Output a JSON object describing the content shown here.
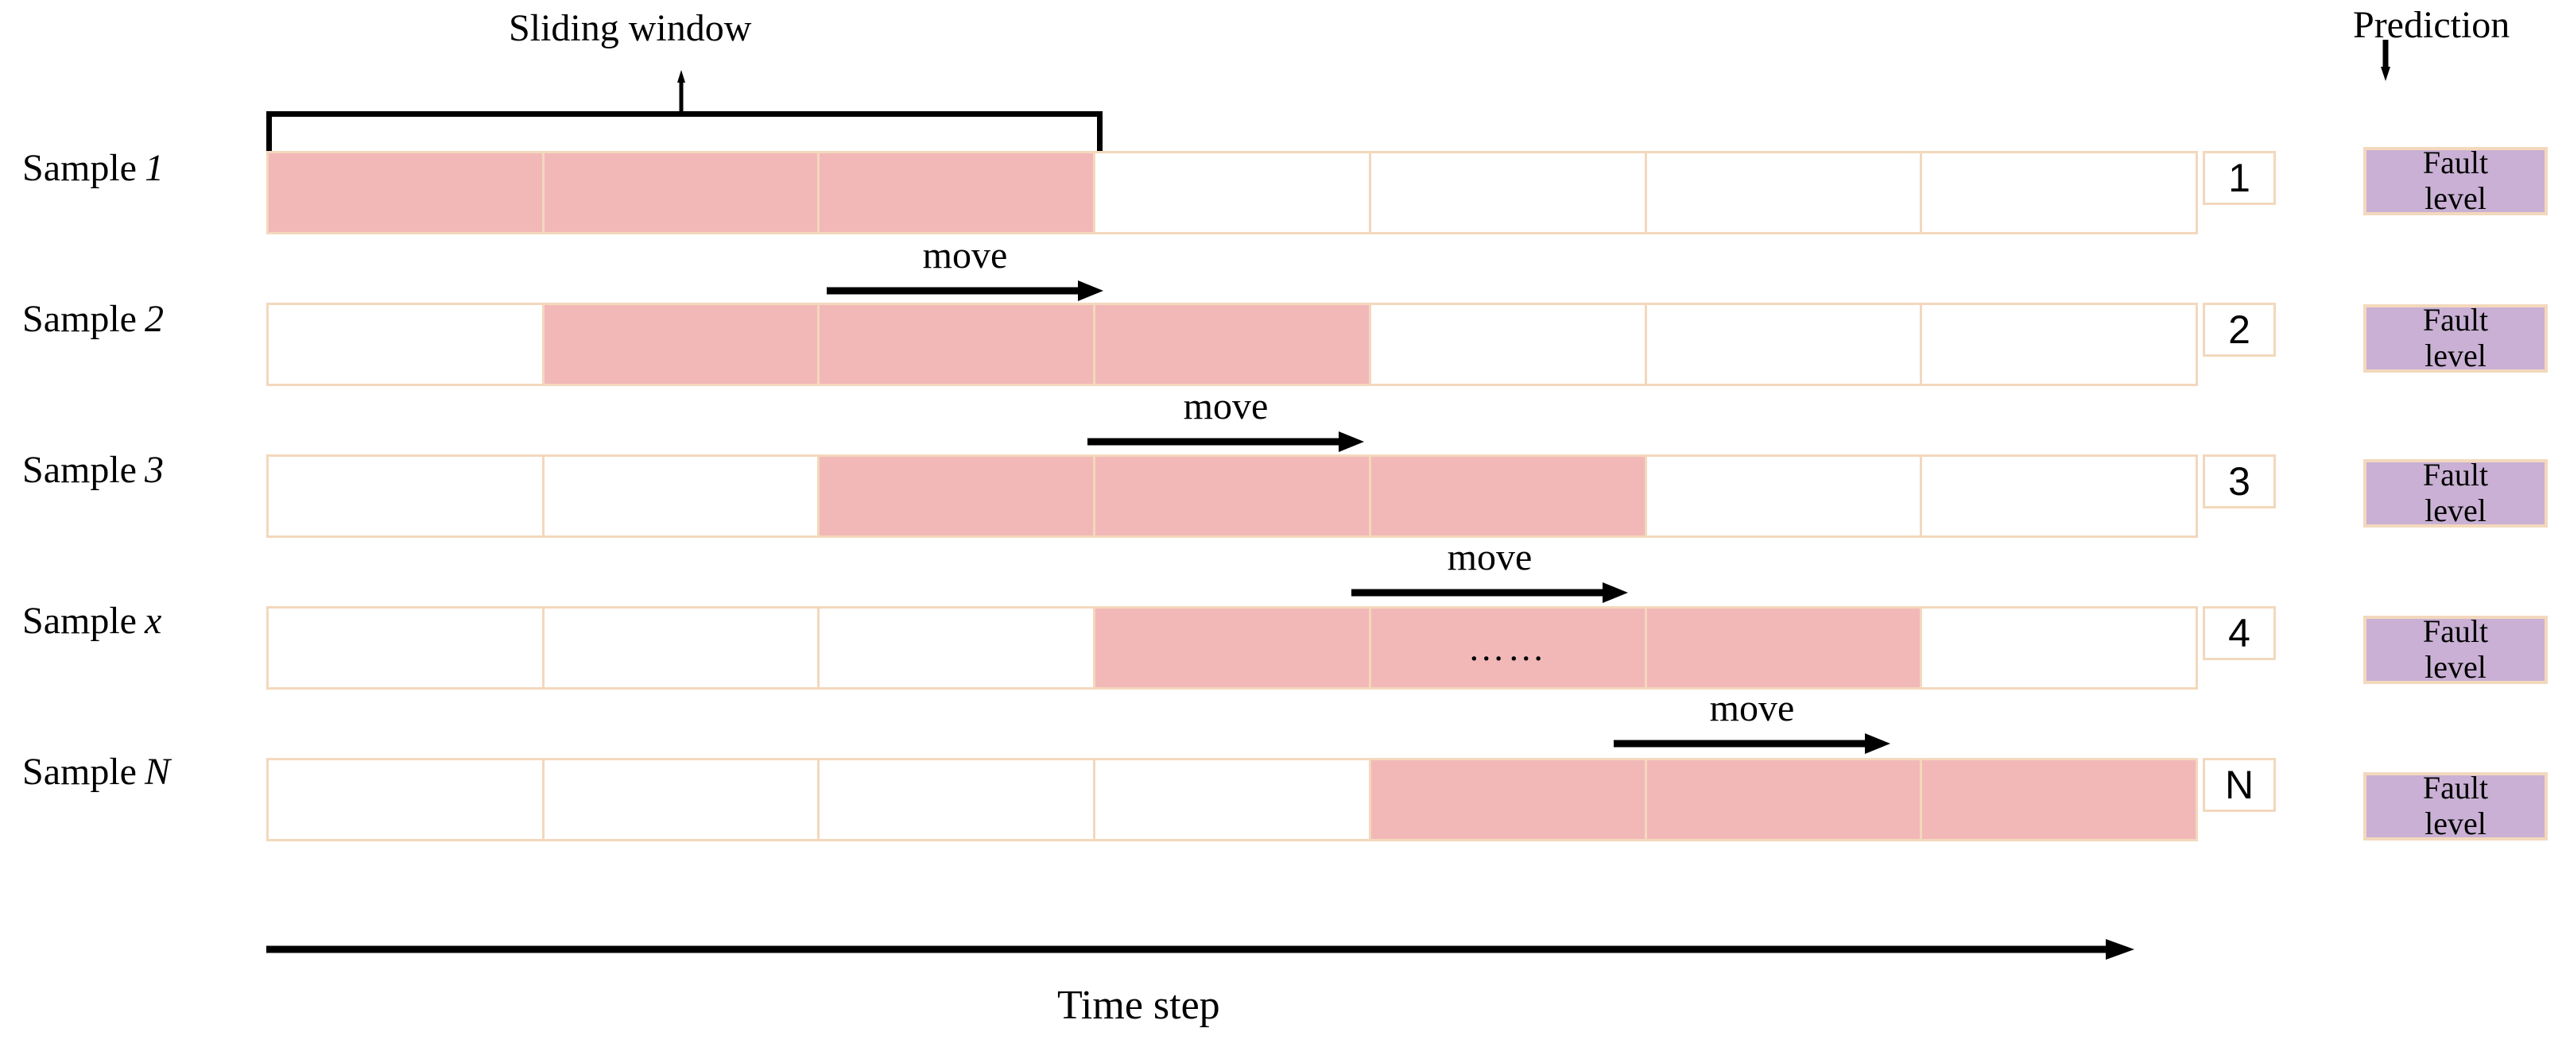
{
  "diagram": {
    "title_sliding_window": "Sliding window",
    "move_label": "move",
    "timestep_label": "Time step",
    "prediction_label": "Prediction",
    "ellipsis": "……",
    "colors": {
      "active_cell": "#f2b8b8",
      "cell_border": "#f3d8bc",
      "prediction_fill": "#c9b0d4",
      "arrow": "#000000",
      "background": "#ffffff"
    }
  },
  "rows": [
    {
      "label_prefix": "Sample",
      "label_suffix": "1",
      "index_label": "1",
      "cells": [
        true,
        true,
        true,
        false,
        false,
        false,
        false
      ],
      "dots_cell": -1
    },
    {
      "label_prefix": "Sample",
      "label_suffix": "2",
      "index_label": "2",
      "cells": [
        false,
        true,
        true,
        true,
        false,
        false,
        false
      ],
      "dots_cell": -1
    },
    {
      "label_prefix": "Sample",
      "label_suffix": "3",
      "index_label": "3",
      "cells": [
        false,
        false,
        true,
        true,
        true,
        false,
        false
      ],
      "dots_cell": -1
    },
    {
      "label_prefix": "Sample",
      "label_suffix": "x",
      "index_label": "4",
      "cells": [
        false,
        false,
        false,
        true,
        true,
        true,
        false
      ],
      "dots_cell": 4
    },
    {
      "label_prefix": "Sample",
      "label_suffix": "N",
      "index_label": "N",
      "cells": [
        false,
        false,
        false,
        false,
        true,
        true,
        true
      ],
      "dots_cell": -1
    }
  ],
  "move_arrows": [
    {
      "label": "move"
    },
    {
      "label": "move"
    },
    {
      "label": "move"
    },
    {
      "label": "move"
    }
  ],
  "predictions": [
    {
      "line1": "Fault",
      "line2": "level"
    },
    {
      "line1": "Fault",
      "line2": "level"
    },
    {
      "line1": "Fault",
      "line2": "level"
    },
    {
      "line1": "Fault",
      "line2": "level"
    },
    {
      "line1": "Fault",
      "line2": "level"
    }
  ]
}
